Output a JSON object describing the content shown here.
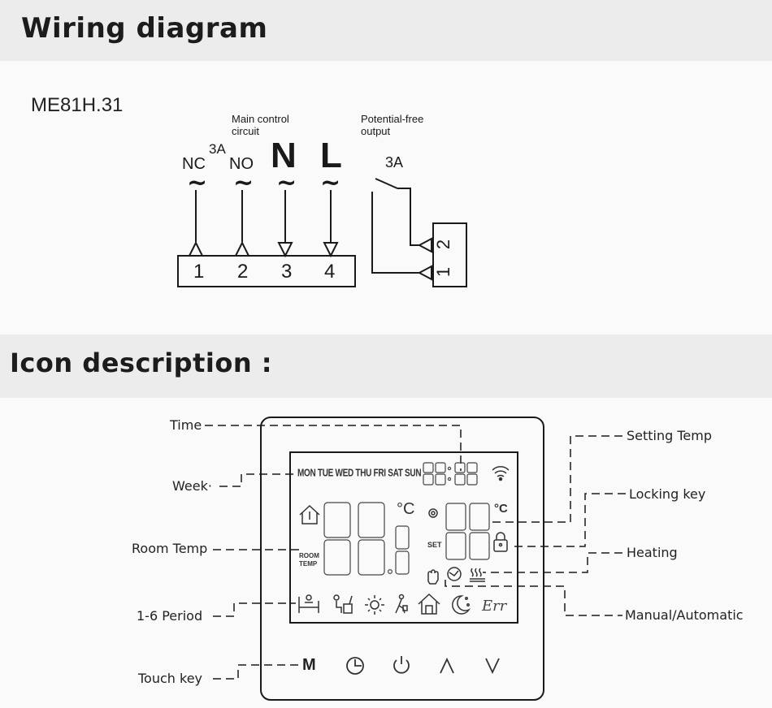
{
  "sections": {
    "wiring_title": "Wiring diagram",
    "icon_title": "Icon description :"
  },
  "wiring": {
    "model": "ME81H.31",
    "main_control_label": [
      "Main control",
      "circuit"
    ],
    "potential_free_label": [
      "Potential-free",
      "output"
    ],
    "rating_main": "3A",
    "rating_output": "3A",
    "terminals": [
      {
        "name": "NC",
        "number": "1",
        "symbol": "~"
      },
      {
        "name": "NO",
        "number": "2",
        "symbol": "~"
      },
      {
        "name": "N",
        "number": "3",
        "symbol": "~"
      },
      {
        "name": "L",
        "number": "4",
        "symbol": "~"
      }
    ],
    "output_terminals": [
      "1",
      "2"
    ]
  },
  "icons": {
    "callouts_left": [
      "Time",
      "Week·",
      "Room Temp",
      "1-6 Period",
      "Touch key"
    ],
    "callouts_right": [
      "Setting Temp",
      "Locking key",
      "Heating",
      "Manual/Automatic"
    ],
    "week_days": "MON TUE WED THU FRI SAT SUN",
    "clock_display": "88:88",
    "room_temp_label": [
      "ROOM",
      "TEMP"
    ],
    "set_label": "SET",
    "unit": "°C",
    "error_label": "Err",
    "touch_keys": [
      {
        "label": "M",
        "icon": "mode-key"
      },
      {
        "label": "",
        "icon": "clock-key"
      },
      {
        "label": "",
        "icon": "power-key"
      },
      {
        "label": "",
        "icon": "up-key"
      },
      {
        "label": "",
        "icon": "down-key"
      }
    ],
    "period_icons": [
      "wake-up-icon",
      "work-icon",
      "sun-icon",
      "leave-home-icon",
      "home-icon",
      "night-icon"
    ]
  }
}
